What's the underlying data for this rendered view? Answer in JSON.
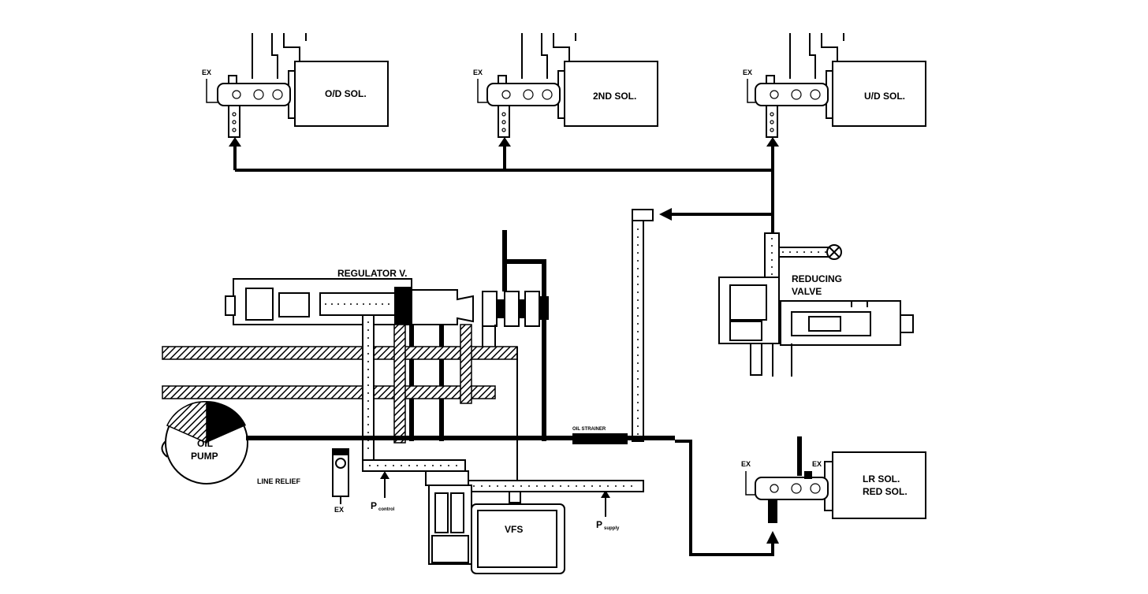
{
  "solenoids": {
    "od": "O/D SOL.",
    "second": "2ND SOL.",
    "ud": "U/D SOL.",
    "lr_line1": "LR SOL.",
    "lr_line2": "RED SOL."
  },
  "exhaust": "EX",
  "regulator_valve": "REGULATOR  V.",
  "reducing_valve_line1": "REDUCING",
  "reducing_valve_line2": "VALVE",
  "oil_pump_line1": "OIL",
  "oil_pump_line2": "PUMP",
  "line_relief": "LINE RELIEF",
  "oil_strainer": "OIL STRAINER",
  "vfs": "VFS",
  "p_control": {
    "main": "P",
    "sub": "control"
  },
  "p_supply": {
    "main": "P",
    "sub": "supply"
  }
}
